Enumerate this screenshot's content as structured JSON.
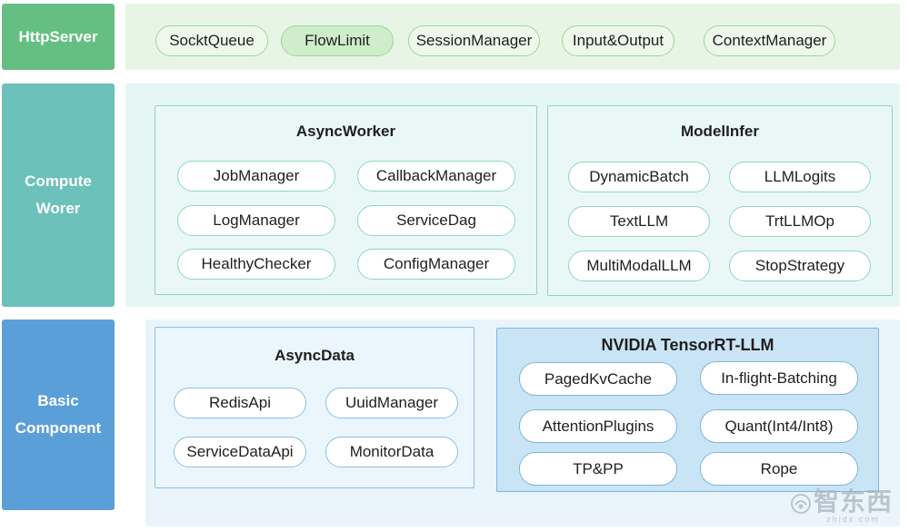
{
  "layers": {
    "http": {
      "label": "HttpServer",
      "items": [
        "SocktQueue",
        "FlowLimit",
        "SessionManager",
        "Input&Output",
        "ContextManager"
      ]
    },
    "compute": {
      "label_line1": "Compute",
      "label_line2": "Worer",
      "async_worker": {
        "title": "AsyncWorker",
        "items": [
          "JobManager",
          "CallbackManager",
          "LogManager",
          "ServiceDag",
          "HealthyChecker",
          "ConfigManager"
        ]
      },
      "model_infer": {
        "title": "ModelInfer",
        "items": [
          "DynamicBatch",
          "LLMLogits",
          "TextLLM",
          "TrtLLMOp",
          "MultiModalLLM",
          "StopStrategy"
        ]
      }
    },
    "basic": {
      "label_line1": "Basic",
      "label_line2": "Component",
      "async_data": {
        "title": "AsyncData",
        "items": [
          "RedisApi",
          "UuidManager",
          "ServiceDataApi",
          "MonitorData"
        ]
      },
      "tensorrt": {
        "title": "NVIDIA TensorRT-LLM",
        "items": [
          "PagedKvCache",
          "In-flight-Batching",
          "AttentionPlugins",
          "Quant(Int4/Int8)",
          "TP&PP",
          "Rope"
        ]
      }
    }
  },
  "watermark": {
    "text": "智东西",
    "subtext": "zhidx.com"
  },
  "colors": {
    "http_label": "#65bf82",
    "compute_label": "#6cc1bb",
    "basic_label": "#5b9fd9",
    "http_bg": "#e7f6e4",
    "compute_bg": "#e6f6f5",
    "basic_bg": "#e9f4fb",
    "tensorrt_bg": "#c9e4f5"
  }
}
